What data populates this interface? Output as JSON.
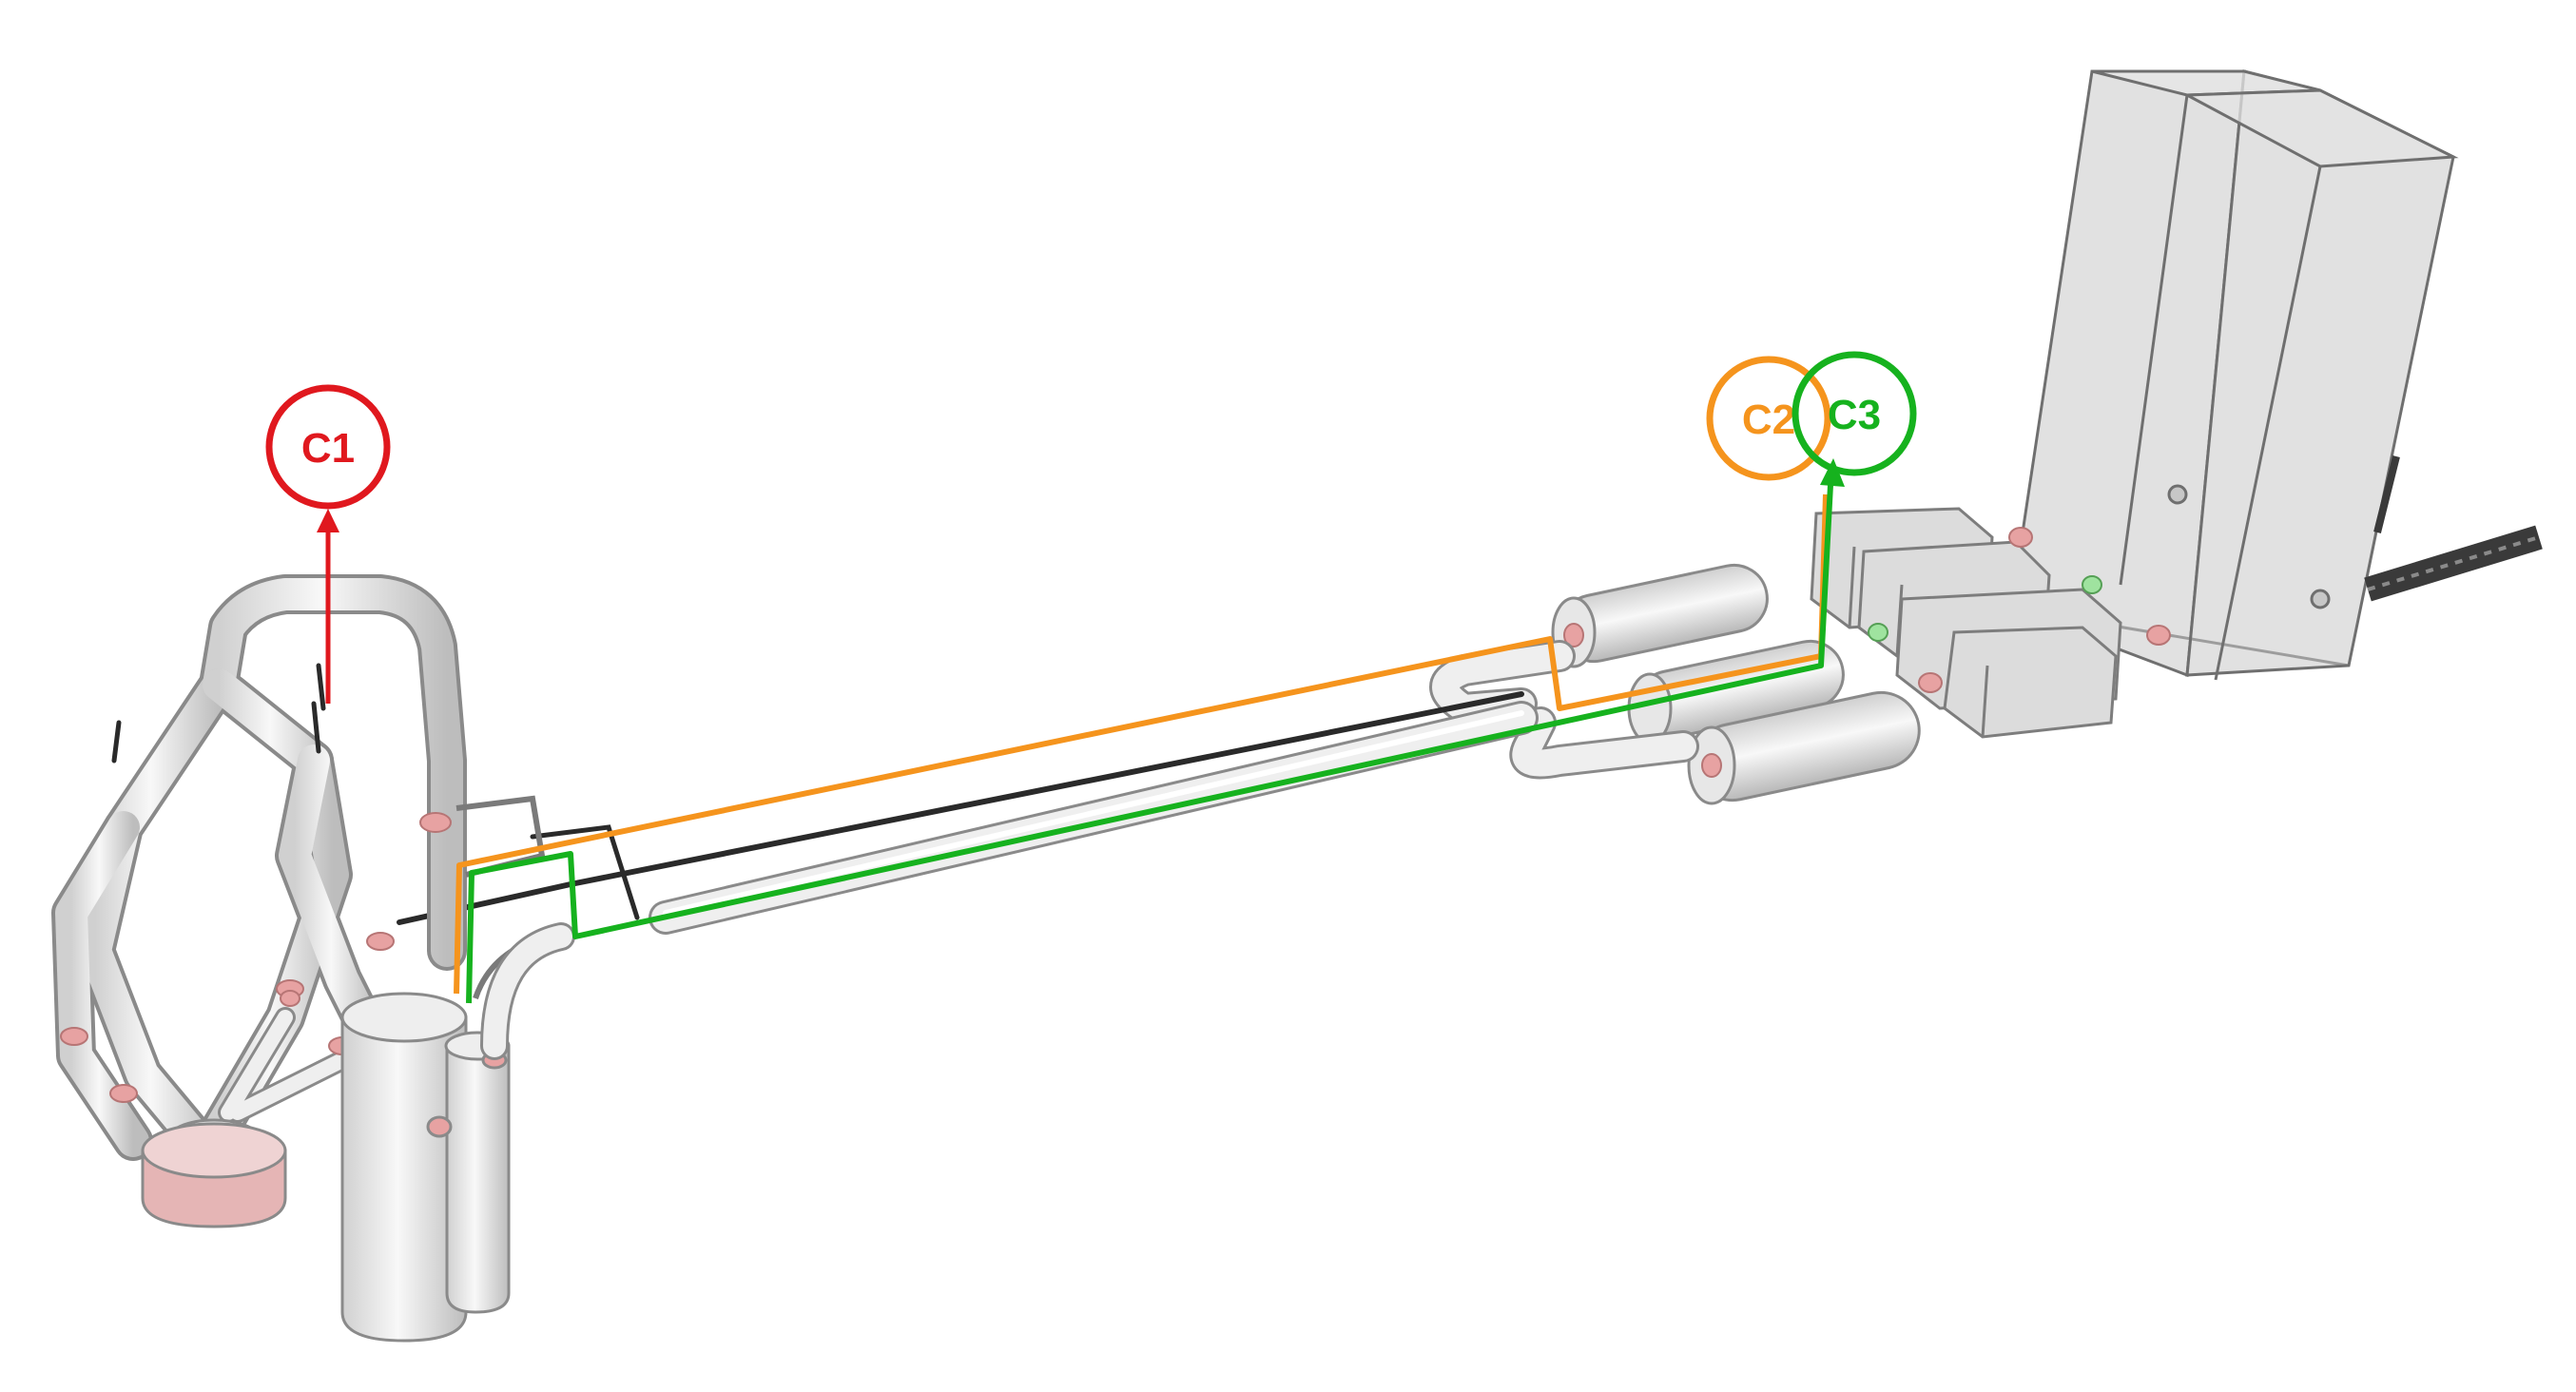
{
  "colors": {
    "c1": "#e0181e",
    "c2": "#f5941d",
    "c3": "#16b21e",
    "tube_fill": "#e9e9e9",
    "tube_stroke": "#8a8a8a",
    "joint": "#e7a2a2",
    "cable": "#2a2a2a"
  },
  "labels": {
    "c1": "C1",
    "c2": "C2",
    "c3": "C3"
  }
}
